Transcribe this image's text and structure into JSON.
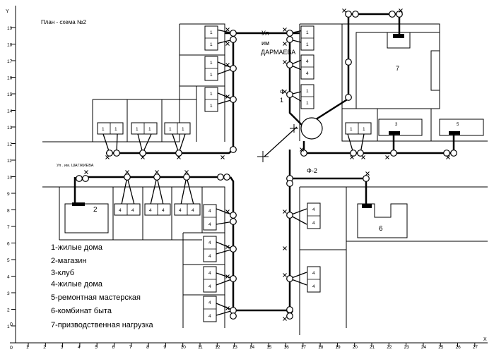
{
  "plan_title": "План - схема   №2",
  "axis": {
    "y_label": "Y",
    "x_label": "X",
    "y_ticks": [
      "1",
      "2",
      "3",
      "4",
      "5",
      "6",
      "7",
      "8",
      "9",
      "10",
      "11",
      "12",
      "13",
      "14",
      "15",
      "16",
      "17",
      "18",
      "19"
    ],
    "x_ticks": [
      "1",
      "2",
      "3",
      "4",
      "5",
      "6",
      "7",
      "8",
      "9",
      "10",
      "11",
      "12",
      "13",
      "14",
      "15",
      "16",
      "17",
      "18",
      "19",
      "20",
      "21",
      "22",
      "23",
      "24",
      "25",
      "26",
      "27"
    ],
    "origin_labels": [
      "0",
      "0"
    ]
  },
  "street_labels": {
    "darmaeva": [
      "Ул",
      "им",
      "ДАРМАЕВА"
    ],
    "shagzhieva": "Ул . им. ШАГЖИЕВА"
  },
  "node_labels": {
    "f1": [
      "Ф",
      "1"
    ],
    "f2": "Ф-2"
  },
  "building_numbers": {
    "b2": "2",
    "b3": "3",
    "b5": "5",
    "b6": "6",
    "b7": "7",
    "house_1": "1",
    "house_4": "4"
  },
  "legend": [
    "1-жилые дома",
    "2-магазин",
    "3-клуб",
    "4-жилые дома",
    "5-ремонтная мастерская",
    "6-комбинат быта",
    "7-призводственная нагрузка"
  ]
}
